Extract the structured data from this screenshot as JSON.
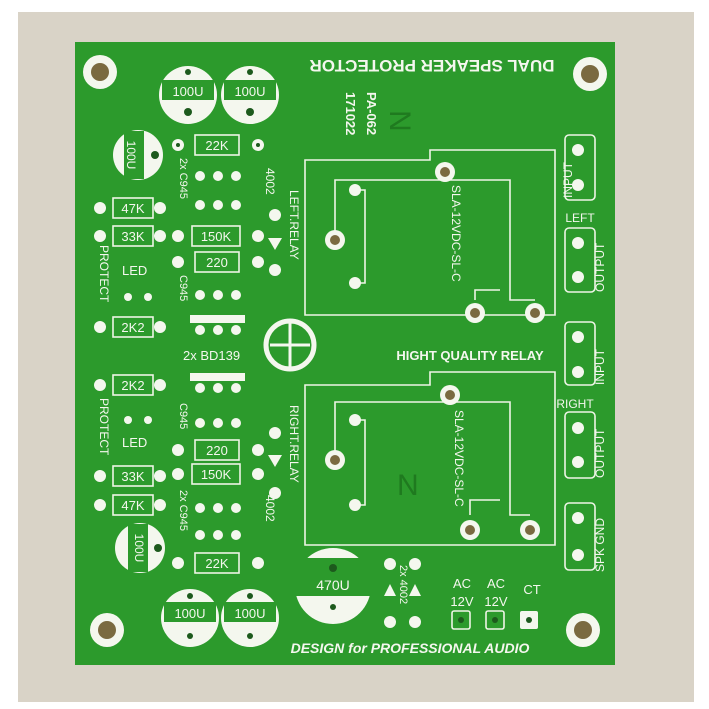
{
  "board": {
    "title": "DUAL SPEAKER PROTECTOR",
    "model": "PA-062",
    "date_code": "171022",
    "footer": "DESIGN for PROFESSIONAL AUDIO",
    "relay_heading": "HIGHT QUALITY RELAY",
    "relay_part": "SLA-12VDC-SL-C",
    "relay_mark": "N",
    "colors": {
      "board": "#2c9a2c",
      "silk": "#f4f7ee",
      "background": "#d9d3c7"
    }
  },
  "left_channel": {
    "relay_label": "LEFT.RELAY",
    "diode": "4002",
    "resistors": [
      "22K",
      "47K",
      "33K",
      "150K",
      "220",
      "2K2"
    ],
    "transistors_1": "2x C945",
    "transistors_2": "C945",
    "led": "LED",
    "protect": "PROTECT",
    "caps": [
      "100U",
      "100U",
      "100U"
    ]
  },
  "right_channel": {
    "relay_label": "RIGHT.RELAY",
    "diode": "4002",
    "resistors": [
      "2K2",
      "220",
      "150K",
      "33K",
      "47K",
      "22K"
    ],
    "transistors_1": "C945",
    "transistors_2": "2x C945",
    "led": "LED",
    "protect": "PROTECT",
    "caps": [
      "100U",
      "100U",
      "100U"
    ]
  },
  "driver": "2x BD139",
  "connectors": {
    "left": "LEFT",
    "right": "RIGHT",
    "input": "INPUT",
    "output": "OUTPUT",
    "spk_gnd": "SPK GND"
  },
  "power": {
    "cap": "470U",
    "diodes": "2x 4002",
    "ac1": [
      "AC",
      "12V"
    ],
    "ac2": [
      "AC",
      "12V"
    ],
    "ct": "CT"
  }
}
